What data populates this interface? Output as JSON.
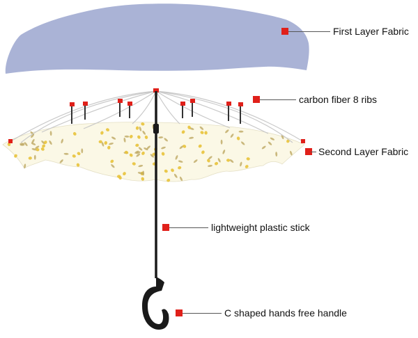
{
  "colors": {
    "first_layer_fabric": "#aab3d6",
    "second_layer_base": "#fbf8e6",
    "flower_yellow": "#e8c23a",
    "leaf_olive": "#b9a35a",
    "ribs": "#c9c9c9",
    "marker": "#e0201a",
    "shaft": "#1a1a1a"
  },
  "labels": {
    "first_layer": "First Layer Fabric",
    "ribs": "carbon fiber 8 ribs",
    "second_layer": "Second Layer Fabric",
    "stick": "lightweight plastic stick",
    "handle": "C shaped hands free handle"
  }
}
